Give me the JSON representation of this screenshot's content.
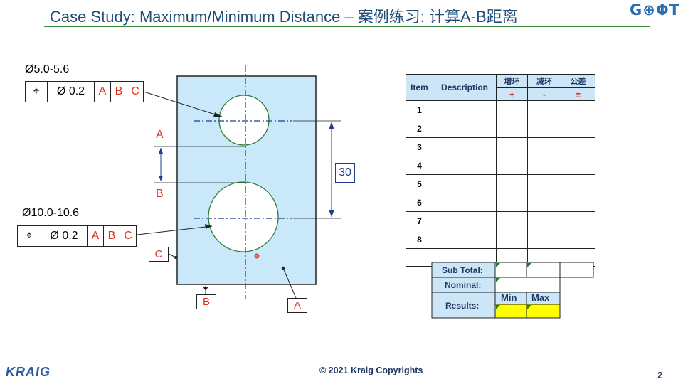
{
  "title": "Case Study: Maximum/Minimum Distance – 案例练习: 计算A-B距离",
  "logo": "G⊕ΦT",
  "footer": {
    "brand": "KRAIG",
    "copyright": "© 2021 Kraig Copyrights",
    "page": "2"
  },
  "drawing": {
    "hole_top": {
      "size": "Ø5.0-5.6",
      "fcf": {
        "symbol": "⌖",
        "tolerance": "Ø 0.2",
        "datums": [
          "A",
          "B",
          "C"
        ]
      }
    },
    "hole_bottom": {
      "size": "Ø10.0-10.6",
      "fcf": {
        "symbol": "⌖",
        "tolerance": "Ø 0.2",
        "datums": [
          "A",
          "B",
          "C"
        ]
      }
    },
    "dim_30": "30",
    "label_a": "A",
    "label_b": "B",
    "datum_c": "C",
    "datum_b": "B",
    "datum_a": "A"
  },
  "table": {
    "headers": [
      "Item",
      "Description",
      "增环",
      "减环",
      "公差"
    ],
    "signs": [
      "+",
      "-",
      "±"
    ],
    "rows": [
      "1",
      "2",
      "3",
      "4",
      "5",
      "6",
      "7",
      "8"
    ],
    "subtotal": "Sub Total:",
    "nominal": "Nominal:",
    "results": "Results:",
    "min": "Min",
    "max": "Max"
  },
  "colors": {
    "title": "#1f4e79",
    "part_fill": "#c9e9fa",
    "datum_red": "#e0301e",
    "header_fill": "#cde6f7",
    "result_yellow": "#ffff00"
  }
}
